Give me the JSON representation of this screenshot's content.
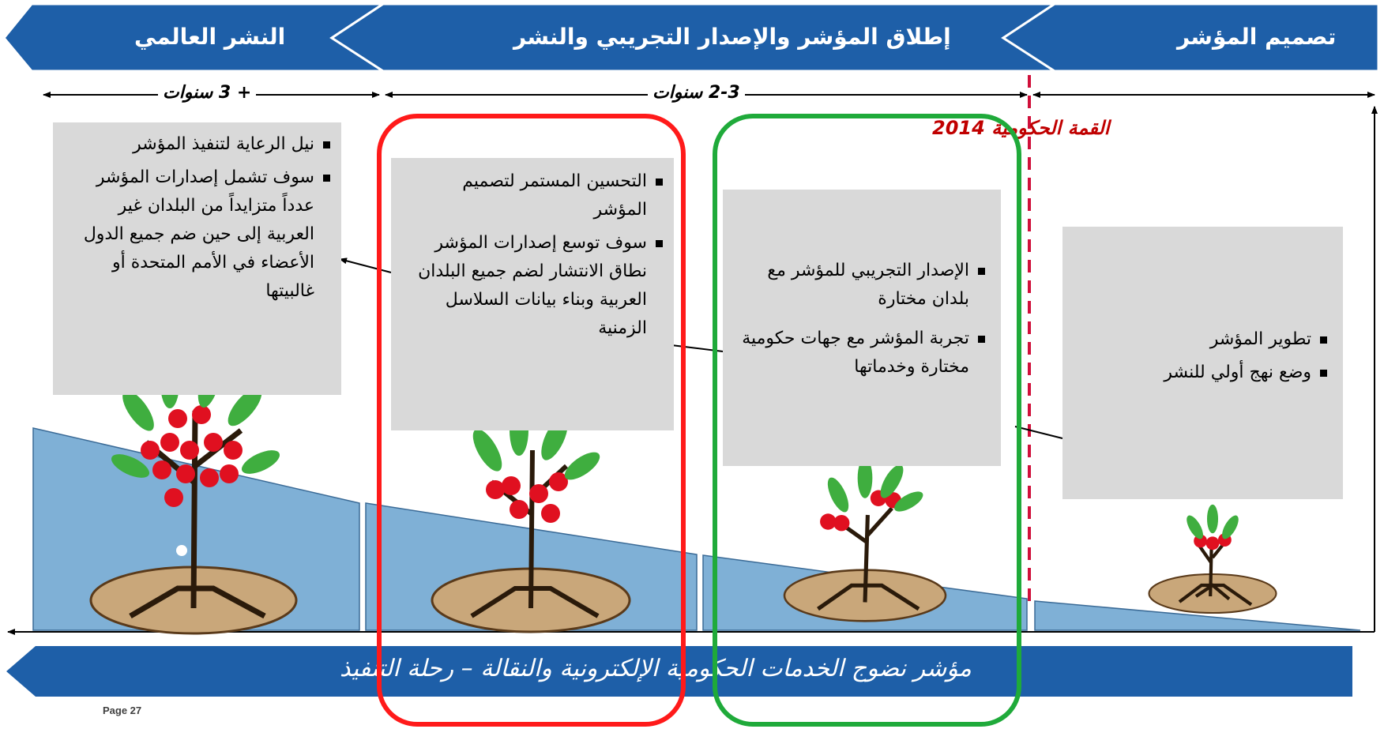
{
  "phases": [
    "تصميم المؤشر",
    "إطلاق المؤشر والإصدار التجريبي والنشر",
    "النشر العالمي"
  ],
  "durations": [
    "2-3 سنوات",
    "+ 3 سنوات"
  ],
  "summit_label": "القمة الحكومية 2014",
  "boxes": [
    {
      "items": [
        "تطوير المؤشر",
        "وضع نهج أولي للنشر"
      ]
    },
    {
      "items": [
        "الإصدار التجريبي للمؤشر مع بلدان مختارة",
        "تجربة المؤشر مع جهات حكومية مختارة وخدماتها"
      ]
    },
    {
      "items": [
        "التحسين المستمر لتصميم المؤشر",
        "سوف توسع إصدارات المؤشر نطاق الانتشار لضم جميع البلدان العربية وبناء بيانات السلاسل الزمنية"
      ]
    },
    {
      "items": [
        "نيل الرعاية لتنفيذ المؤشر",
        "سوف تشمل إصدارات المؤشر عدداً متزايداً من البلدان غير العربية إلى حين ضم جميع الدول الأعضاء في الأمم المتحدة أو غالبيتها"
      ]
    }
  ],
  "banner_title": "مؤشر نضوج الخدمات الحكومية الإلكترونية والنقالة – رحلة التنفيذ",
  "page_label": "Page 27",
  "colors": {
    "header_blue": "#1e5fa8",
    "step_blue": "#7fb0d6",
    "summit_red": "#d0103a",
    "highlight_red": "#ff1a1a",
    "highlight_green": "#1faa3a",
    "box_grey": "#d9d9d9"
  },
  "icons": [
    "tree-icon",
    "arrow-icon"
  ]
}
